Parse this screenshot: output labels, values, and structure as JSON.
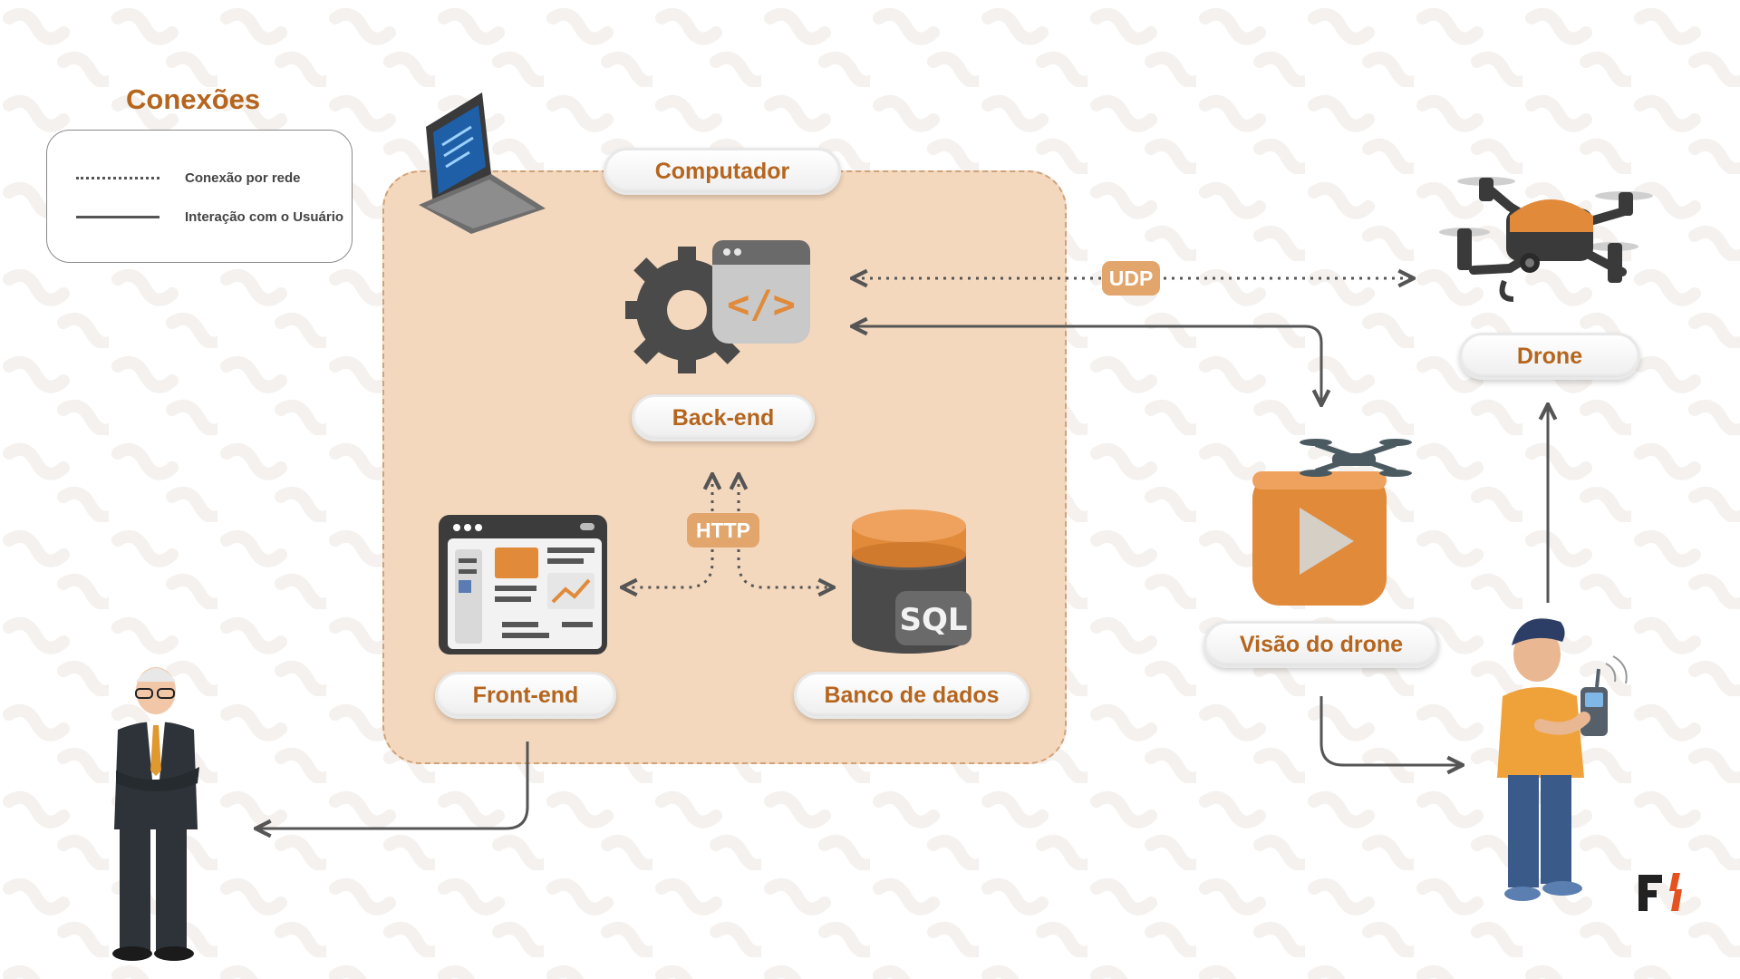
{
  "legend": {
    "title": "Conexões",
    "items": [
      {
        "label": "Conexão por rede",
        "style": "dotted"
      },
      {
        "label": "Interação com o Usuário",
        "style": "solid"
      }
    ]
  },
  "nodes": {
    "computer": "Computador",
    "backend": "Back-end",
    "frontend": "Front-end",
    "database": "Banco de dados",
    "drone_view": "Visão do drone",
    "drone": "Drone"
  },
  "protocols": {
    "udp": "UDP",
    "http": "HTTP"
  },
  "icons": {
    "sql_badge": "SQL",
    "code_symbol": "</>",
    "logo": "FI",
    "list": [
      "laptop-icon",
      "gear-code-icon",
      "browser-icon",
      "database-icon",
      "video-play-icon",
      "drone-icon",
      "businessman-icon",
      "pilot-icon",
      "logo-icon"
    ]
  },
  "colors": {
    "accent": "#b5651d",
    "area_fill": "#f4d8bd",
    "tag_fill": "#e2a56c",
    "orange": "#e08a3a",
    "line": "#555555"
  }
}
